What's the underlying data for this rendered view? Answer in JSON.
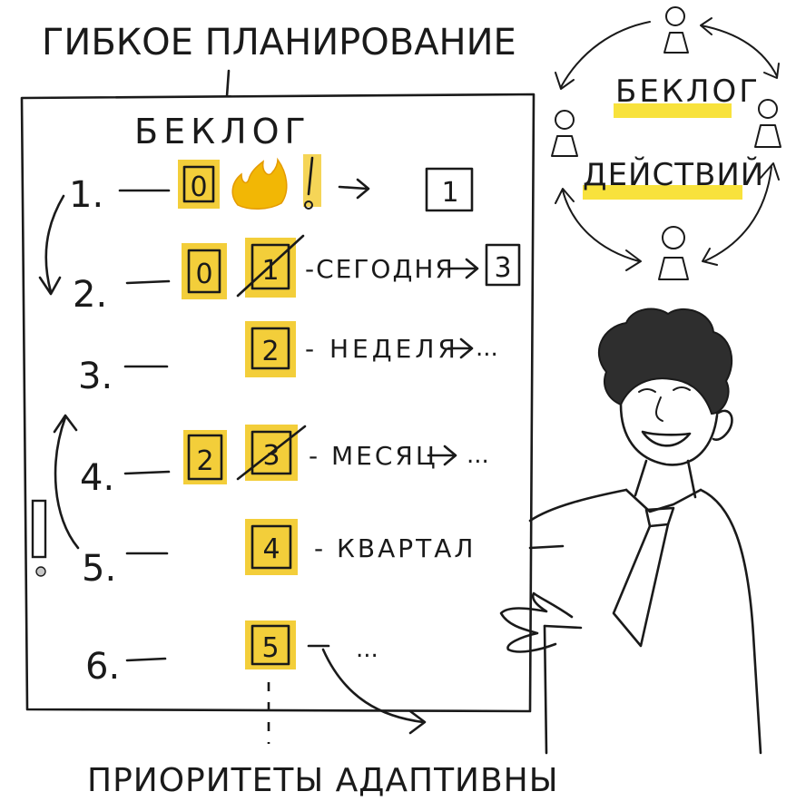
{
  "title": "ГИБКОЕ ПЛАНИРОВАНИЕ",
  "bottom_caption": "ПРИОРИТЕТЫ АДАПТИВНЫ",
  "board": {
    "heading": "БЕКЛОГ",
    "row_numbers": [
      "1.",
      "2.",
      "3.",
      "4.",
      "5.",
      "6."
    ],
    "row1": {
      "box_a": "0",
      "box_target": "1"
    },
    "row2": {
      "box_a": "0",
      "box_b": "1",
      "label": "-СЕГОДНЯ",
      "box_target": "3"
    },
    "row3": {
      "box_b": "2",
      "label": "- НЕДЕЛЯ",
      "ellipsis": "..."
    },
    "row4": {
      "box_a": "2",
      "box_b": "3",
      "label": "- МЕСЯЦ",
      "ellipsis": "..."
    },
    "row5": {
      "box_b": "4",
      "label": "- КВАРТАЛ"
    },
    "row6": {
      "box_b": "5",
      "ellipsis": "..."
    },
    "exclamation": "!"
  },
  "cycle": {
    "line1": "БЕКЛОГ",
    "line2": "ДЕЙСТВИЙ"
  },
  "colors": {
    "highlight": "#f8e23c",
    "box_fill": "#f3ce3a",
    "ink": "#1a1a1a",
    "flame": "#f2b705"
  }
}
